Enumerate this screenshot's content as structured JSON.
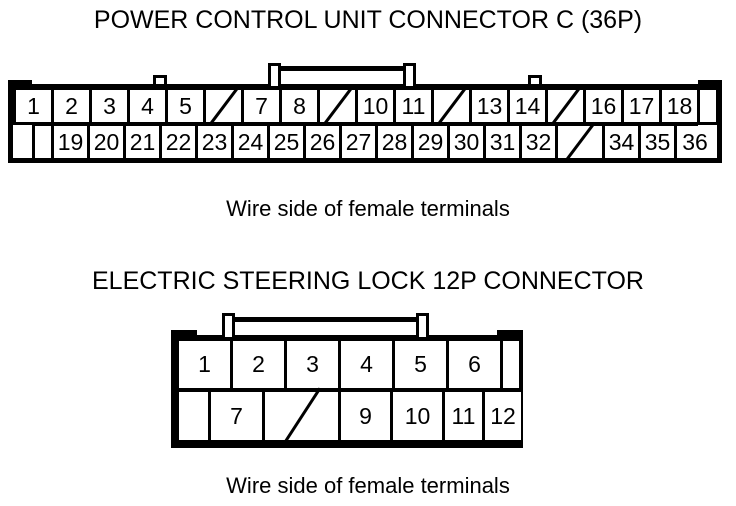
{
  "page": {
    "background": "#ffffff",
    "ink": "#000000"
  },
  "connector_c": {
    "title": "POWER CONTROL UNIT CONNECTOR C (36P)",
    "caption": "Wire side of female terminals",
    "pin_count": 36,
    "top_row": [
      {
        "label": "1",
        "kind": "pin"
      },
      {
        "label": "2",
        "kind": "pin"
      },
      {
        "label": "3",
        "kind": "pin"
      },
      {
        "label": "4",
        "kind": "pin"
      },
      {
        "label": "5",
        "kind": "pin"
      },
      {
        "label": "",
        "kind": "slash"
      },
      {
        "label": "7",
        "kind": "pin"
      },
      {
        "label": "8",
        "kind": "pin"
      },
      {
        "label": "",
        "kind": "slash"
      },
      {
        "label": "10",
        "kind": "pin"
      },
      {
        "label": "11",
        "kind": "pin"
      },
      {
        "label": "",
        "kind": "slash"
      },
      {
        "label": "13",
        "kind": "pin"
      },
      {
        "label": "14",
        "kind": "pin"
      },
      {
        "label": "",
        "kind": "slash"
      },
      {
        "label": "16",
        "kind": "pin"
      },
      {
        "label": "17",
        "kind": "pin"
      },
      {
        "label": "18",
        "kind": "pin"
      },
      {
        "label": "",
        "kind": "blank"
      }
    ],
    "bottom_row": [
      {
        "label": "",
        "kind": "blank"
      },
      {
        "label": "19",
        "kind": "pin"
      },
      {
        "label": "20",
        "kind": "pin"
      },
      {
        "label": "21",
        "kind": "pin"
      },
      {
        "label": "22",
        "kind": "pin"
      },
      {
        "label": "23",
        "kind": "pin"
      },
      {
        "label": "24",
        "kind": "pin"
      },
      {
        "label": "25",
        "kind": "pin"
      },
      {
        "label": "26",
        "kind": "pin"
      },
      {
        "label": "27",
        "kind": "pin"
      },
      {
        "label": "28",
        "kind": "pin"
      },
      {
        "label": "29",
        "kind": "pin"
      },
      {
        "label": "30",
        "kind": "pin"
      },
      {
        "label": "31",
        "kind": "pin"
      },
      {
        "label": "32",
        "kind": "pin"
      },
      {
        "label": "",
        "kind": "slash"
      },
      {
        "label": "34",
        "kind": "pin"
      },
      {
        "label": "35",
        "kind": "pin"
      },
      {
        "label": "36",
        "kind": "pin"
      }
    ]
  },
  "connector_steering_lock": {
    "title": "ELECTRIC STEERING LOCK 12P CONNECTOR",
    "caption": "Wire side of female terminals",
    "pin_count": 12,
    "top_row": [
      {
        "label": "1",
        "kind": "pin"
      },
      {
        "label": "2",
        "kind": "pin"
      },
      {
        "label": "3",
        "kind": "pin"
      },
      {
        "label": "4",
        "kind": "pin"
      },
      {
        "label": "5",
        "kind": "pin"
      },
      {
        "label": "6",
        "kind": "pin"
      },
      {
        "label": "",
        "kind": "blank"
      }
    ],
    "bottom_row": [
      {
        "label": "",
        "kind": "blank"
      },
      {
        "label": "7",
        "kind": "pin"
      },
      {
        "label": "",
        "kind": "slash"
      },
      {
        "label": "9",
        "kind": "pin"
      },
      {
        "label": "10",
        "kind": "pin"
      },
      {
        "label": "11",
        "kind": "pin"
      },
      {
        "label": "12",
        "kind": "pin"
      }
    ]
  }
}
